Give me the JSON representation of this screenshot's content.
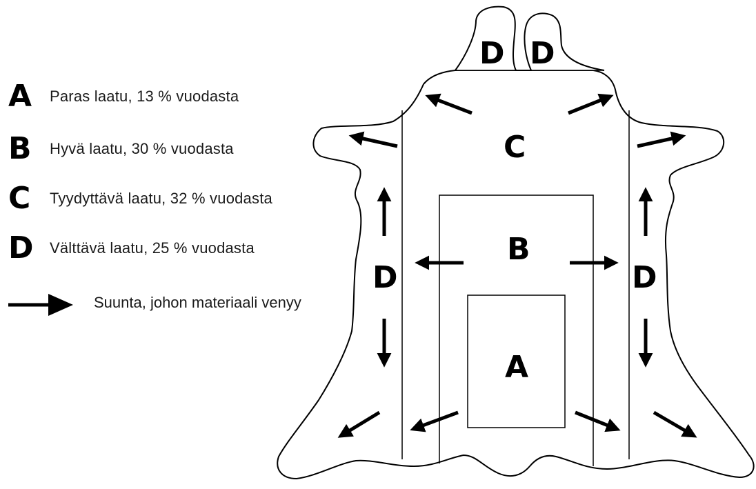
{
  "legend": {
    "items": [
      {
        "letter": "A",
        "text": "Paras laatu, 13 % vuodasta"
      },
      {
        "letter": "B",
        "text": "Hyvä laatu, 30 % vuodasta"
      },
      {
        "letter": "C",
        "text": "Tyydyttävä laatu, 32 % vuodasta"
      },
      {
        "letter": "D",
        "text": "Välttävä laatu, 25 % vuodasta"
      }
    ],
    "arrow_text": "Suunta, johon materiaali venyy"
  },
  "diagram": {
    "zones": {
      "A": "A",
      "B": "B",
      "C": "C",
      "D": "D"
    }
  },
  "colors": {
    "outline": "#000000",
    "background": "#ffffff"
  }
}
